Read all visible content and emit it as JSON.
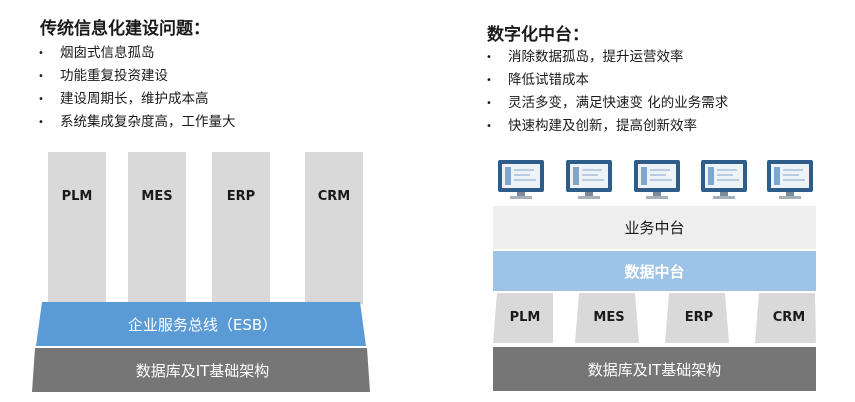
{
  "left": {
    "title": "传统信息化建设问题：",
    "bullets": [
      "烟囱式信息孤岛",
      "功能重复投资建设",
      "建设周期长，维护成本高",
      "系统集成复杂度高，工作量大"
    ],
    "pillars": [
      "PLM",
      "MES",
      "ERP",
      "CRM"
    ],
    "esb": "企业服务总线（ESB）",
    "db": "数据库及IT基础架构"
  },
  "right": {
    "title": "数字化中台：",
    "bullets": [
      "消除数据孤岛，提升运营效率",
      "降低试错成本",
      "灵活多变，满足快速变 化的业务需求",
      "快速构建及创新，提高创新效率"
    ],
    "business_platform": "业务中台",
    "data_platform": "数据中台",
    "systems": [
      "PLM",
      "MES",
      "ERP",
      "CRM"
    ],
    "db": "数据库及IT基础架构"
  },
  "bullet_glyph": "•",
  "colors": {
    "pillar_gray": "#d9d9d9",
    "esb_blue": "#5b9bd5",
    "db_dark": "#767676",
    "data_platform_blue": "#9dc3e6",
    "business_platform_gray": "#eeeeee"
  }
}
